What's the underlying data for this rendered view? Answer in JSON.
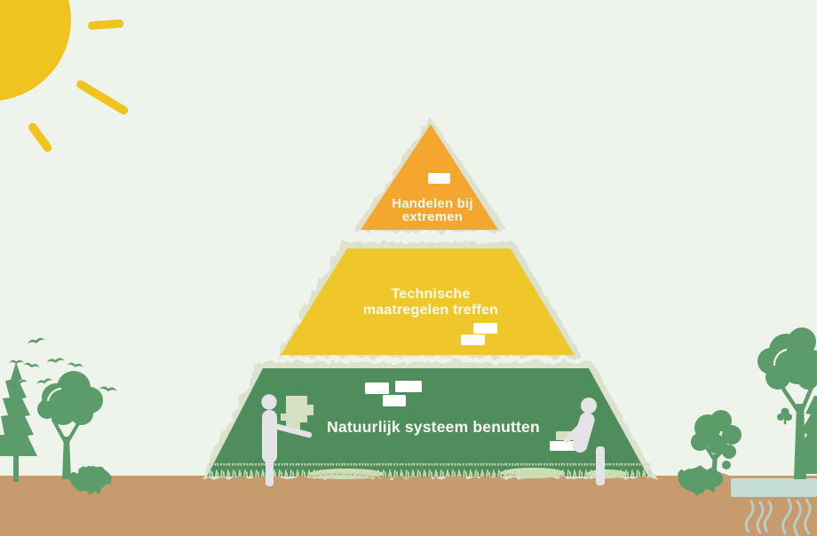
{
  "pyramid": {
    "tier_top": {
      "label_line1": "Handelen bij",
      "label_line2": "extremen",
      "color": "#F5A62F"
    },
    "tier_middle": {
      "label_line1": "Technische",
      "label_line2": "maatregelen treffen",
      "color": "#EFC72B"
    },
    "tier_bottom": {
      "label": "Natuurlijk systeem benutten",
      "color": "#4F8D5C"
    }
  },
  "colors": {
    "background": "#EEF4EC",
    "ground": "#C89B6E",
    "sun": "#F0C41F",
    "water": "#C5DBD6",
    "wave": "#B7CDC8",
    "fringe": "#DCE2CE",
    "trees": "#5C9B6A",
    "people": "#E4E3E6",
    "brick": "#FFFFFF",
    "block": "#D6DFC2",
    "grass": "#C9DBAE",
    "mound": "#CFDEBA",
    "label_text": "#FBFAF1"
  },
  "icons": {
    "sun": "sun-icon",
    "bird": "bird-icon",
    "pine_tree": "pine-tree-icon",
    "round_tree": "round-tree-icon",
    "bush": "bush-icon",
    "person": "person-figure",
    "brick": "brick-shape",
    "puzzle_block": "puzzle-block",
    "water_pool": "water-pool",
    "grass_tufts": "grass-tufts"
  }
}
